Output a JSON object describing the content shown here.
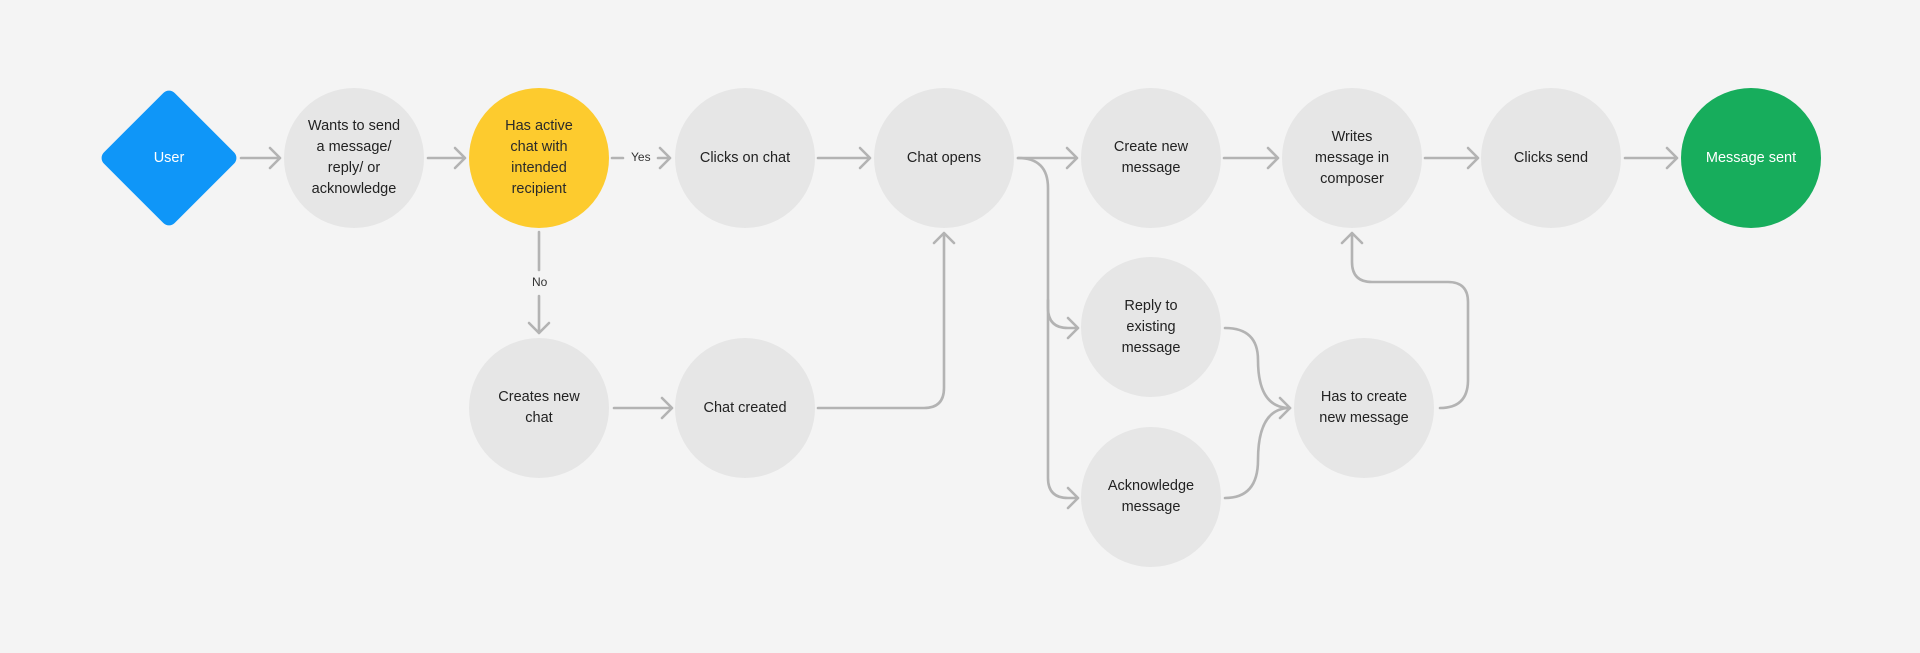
{
  "diagram": {
    "nodes": {
      "user": "User",
      "wants_to_send": "Wants to send\na message/\nreply/ or\nacknowledge",
      "has_active_chat": "Has active\nchat with\nintended\nrecipient",
      "clicks_on_chat": "Clicks on chat",
      "chat_opens": "Chat opens",
      "create_new_message": "Create new\nmessage",
      "writes_message": "Writes\nmessage in\ncomposer",
      "clicks_send": "Clicks send",
      "message_sent": "Message sent",
      "creates_new_chat": "Creates new\nchat",
      "chat_created": "Chat created",
      "reply_existing": "Reply to\nexisting\nmessage",
      "acknowledge_message": "Acknowledge\nmessage",
      "has_to_create": "Has to create\nnew message"
    },
    "edge_labels": {
      "yes": "Yes",
      "no": "No"
    },
    "colors": {
      "start": "#0f96f8",
      "decision": "#fdcb2e",
      "end": "#17ad5c",
      "step": "#e6e6e6",
      "connector": "#b3b3b3"
    }
  }
}
